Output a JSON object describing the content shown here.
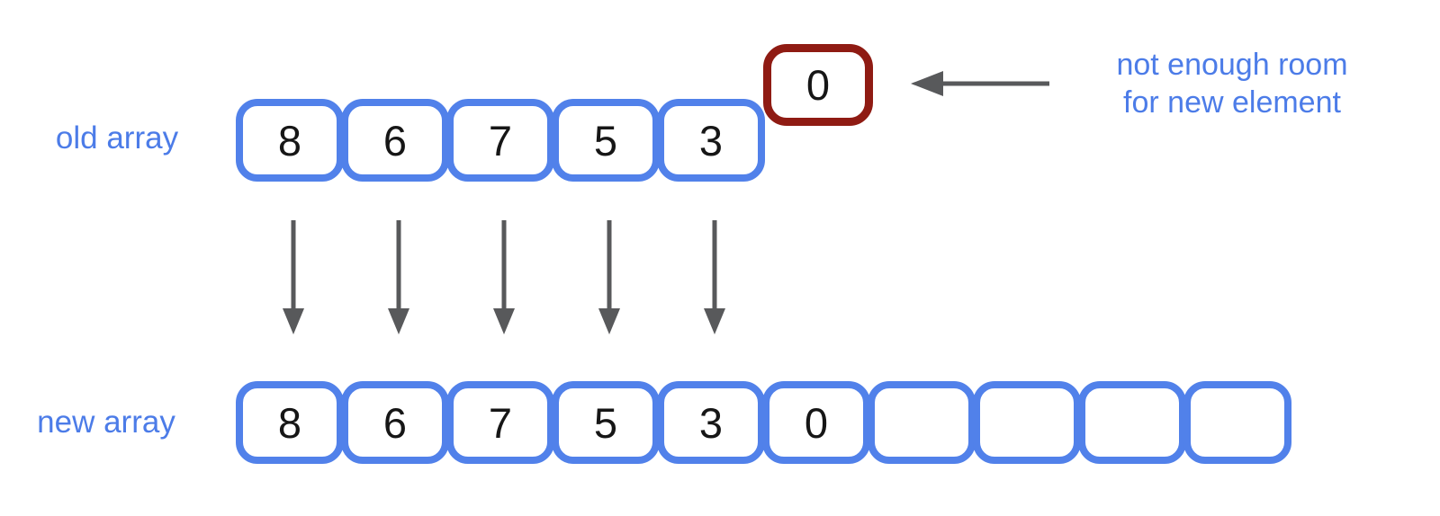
{
  "old_array": {
    "label": "old array",
    "cells": [
      "8",
      "6",
      "7",
      "5",
      "3"
    ]
  },
  "overflow_cell": {
    "value": "0"
  },
  "annotation": {
    "line1": "not enough room",
    "line2": "for new element"
  },
  "new_array": {
    "label": "new array",
    "cells": [
      "8",
      "6",
      "7",
      "5",
      "3",
      "0",
      "",
      "",
      "",
      ""
    ]
  },
  "arrows": {
    "down_arrow_count": 5,
    "pointer_arrow_direction": "left"
  },
  "colors": {
    "array_blue": "#5181EA",
    "label_blue": "#4C7CE8",
    "overflow_red": "#8F1B13",
    "arrow_gray": "#58595B",
    "number_black": "#161616"
  }
}
